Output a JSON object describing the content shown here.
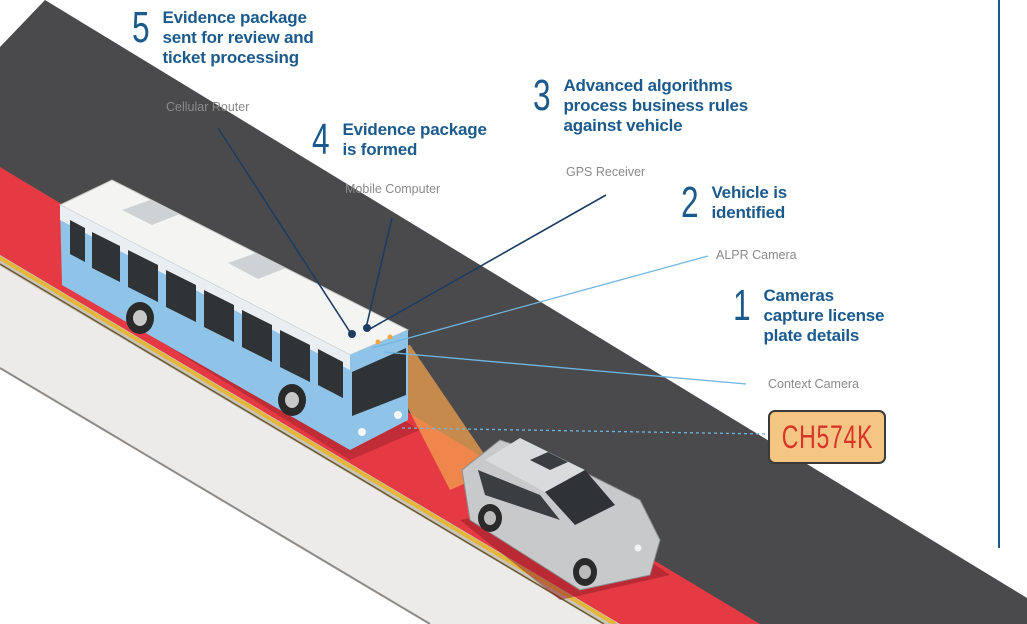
{
  "colors": {
    "accent": "#1c5a8c",
    "device_gray": "#8a8a8a",
    "road_dark": "#4a4a4c",
    "bus_lane_red": "#e53a44",
    "plate_text": "#d8352a",
    "plate_bg": "#f4c583",
    "rule": "#1c5a8c"
  },
  "steps": [
    {
      "number": "5",
      "title_lines": [
        "Evidence package",
        "sent for review and",
        "ticket processing"
      ],
      "device": "Cellular Router"
    },
    {
      "number": "4",
      "title_lines": [
        "Evidence package",
        "is formed"
      ],
      "device": "Mobile Computer"
    },
    {
      "number": "3",
      "title_lines": [
        "Advanced algorithms",
        "process business rules",
        "against vehicle"
      ],
      "device": "GPS Receiver"
    },
    {
      "number": "2",
      "title_lines": [
        "Vehicle is",
        "identified"
      ],
      "device": "ALPR Camera"
    },
    {
      "number": "1",
      "title_lines": [
        "Cameras",
        "capture license",
        "plate details"
      ],
      "device": "Context Camera"
    }
  ],
  "plate": {
    "text": "CH574K"
  },
  "icons": {
    "bus": "bus-illustration",
    "car": "car-illustration",
    "road": "road-illustration"
  }
}
